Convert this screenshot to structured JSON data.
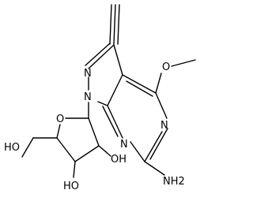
{
  "atoms": {
    "n1": "N",
    "n2": "N",
    "n_pyrimidine_top": "N",
    "n_pyrimidine_bottom": "N",
    "methoxy_o": "O",
    "ring_o": "O",
    "amine": "NH2",
    "oh_2": "OH",
    "oh_3": "HO",
    "oh_5": "HO"
  }
}
